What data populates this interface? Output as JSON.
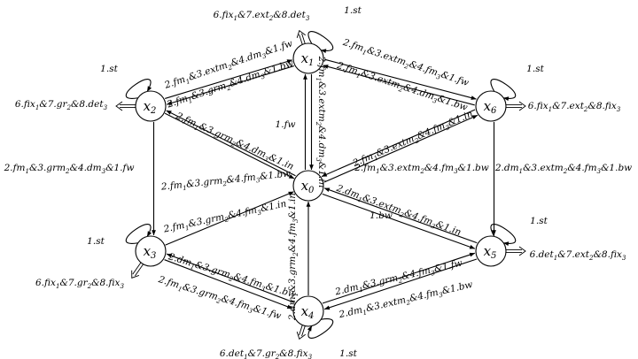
{
  "diagram": {
    "nodes": [
      {
        "id": "x0",
        "base": "x",
        "sub": "0"
      },
      {
        "id": "x1",
        "base": "x",
        "sub": "1"
      },
      {
        "id": "x2",
        "base": "x",
        "sub": "2"
      },
      {
        "id": "x3",
        "base": "x",
        "sub": "3"
      },
      {
        "id": "x4",
        "base": "x",
        "sub": "4"
      },
      {
        "id": "x5",
        "base": "x",
        "sub": "5"
      },
      {
        "id": "x6",
        "base": "x",
        "sub": "6"
      }
    ],
    "edges": [
      {
        "id": "e12",
        "from": "x1",
        "to": "x2",
        "label": [
          [
            "2.fm",
            ""
          ],
          [
            "1",
            true
          ],
          [
            "&3.extm",
            ""
          ],
          [
            "2",
            true
          ],
          [
            "&4.dm",
            ""
          ],
          [
            "3",
            true
          ],
          [
            "&1.fw",
            ""
          ]
        ]
      },
      {
        "id": "e21",
        "from": "x2",
        "to": "x1",
        "label": [
          [
            "2.fm",
            ""
          ],
          [
            "1",
            true
          ],
          [
            "&3.grm",
            ""
          ],
          [
            "2",
            true
          ],
          [
            "&4.dm",
            ""
          ],
          [
            "3",
            true
          ],
          [
            "&1.bw",
            ""
          ]
        ]
      },
      {
        "id": "e16",
        "from": "x1",
        "to": "x6",
        "label": [
          [
            "2.fm",
            ""
          ],
          [
            "1",
            true
          ],
          [
            "&3.extm",
            ""
          ],
          [
            "2",
            true
          ],
          [
            "&4.fm",
            ""
          ],
          [
            "3",
            true
          ],
          [
            "&1.fw",
            ""
          ]
        ]
      },
      {
        "id": "e61",
        "from": "x6",
        "to": "x1",
        "label": [
          [
            "2.fm",
            ""
          ],
          [
            "1",
            true
          ],
          [
            "&3.extm",
            ""
          ],
          [
            "2",
            true
          ],
          [
            "&4.dm",
            ""
          ],
          [
            "3",
            true
          ],
          [
            "&1.bw",
            ""
          ]
        ]
      },
      {
        "id": "e20",
        "from": "x2",
        "to": "x0",
        "label": [
          [
            "2.fm",
            ""
          ],
          [
            "1",
            true
          ],
          [
            "&3.grm",
            ""
          ],
          [
            "2",
            true
          ],
          [
            "&4.dm",
            ""
          ],
          [
            "3",
            true
          ],
          [
            "&1.in",
            ""
          ]
        ]
      },
      {
        "id": "e10",
        "from": "x1",
        "to": "x0",
        "label": [
          [
            "2.fm",
            ""
          ],
          [
            "1",
            true
          ],
          [
            "&3.extm",
            ""
          ],
          [
            "2",
            true
          ],
          [
            "&4.dm",
            ""
          ],
          [
            "3",
            true
          ],
          [
            "&1.in",
            ""
          ]
        ]
      },
      {
        "id": "e01",
        "from": "x0",
        "to": "x1",
        "label": [
          [
            "1.fw",
            ""
          ]
        ]
      },
      {
        "id": "e60",
        "from": "x6",
        "to": "x0",
        "label": [
          [
            "2.fm",
            ""
          ],
          [
            "1",
            true
          ],
          [
            "&3.extm",
            ""
          ],
          [
            "2",
            true
          ],
          [
            "&4.fm",
            ""
          ],
          [
            "3",
            true
          ],
          [
            "&1.in",
            ""
          ]
        ]
      },
      {
        "id": "e06",
        "from": "x0",
        "to": "x6",
        "label": [
          [
            "2.fm",
            ""
          ],
          [
            "1",
            true
          ],
          [
            "&3.extm",
            ""
          ],
          [
            "2",
            true
          ],
          [
            "&4.fm",
            ""
          ],
          [
            "3",
            true
          ],
          [
            "&1.bw",
            ""
          ]
        ]
      },
      {
        "id": "e02",
        "from": "x0",
        "to": "x2",
        "label": [
          [
            "2.fm",
            ""
          ],
          [
            "1",
            true
          ],
          [
            "&3.grm",
            ""
          ],
          [
            "2",
            true
          ],
          [
            "&4.fm",
            ""
          ],
          [
            "3",
            true
          ],
          [
            "&1.bw",
            ""
          ]
        ]
      },
      {
        "id": "e23",
        "from": "x2",
        "to": "x3",
        "label": [
          [
            "2.fm",
            ""
          ],
          [
            "1",
            true
          ],
          [
            "&3.grm",
            ""
          ],
          [
            "2",
            true
          ],
          [
            "&4.dm",
            ""
          ],
          [
            "3",
            true
          ],
          [
            "&1.fw",
            ""
          ]
        ]
      },
      {
        "id": "e65",
        "from": "x6",
        "to": "x5",
        "label": [
          [
            "2.dm",
            ""
          ],
          [
            "1",
            true
          ],
          [
            "&3.extm",
            ""
          ],
          [
            "2",
            true
          ],
          [
            "&4.fm",
            ""
          ],
          [
            "3",
            true
          ],
          [
            "&1.bw",
            ""
          ]
        ]
      },
      {
        "id": "e30",
        "from": "x3",
        "to": "x0",
        "label": [
          [
            "2.fm",
            ""
          ],
          [
            "1",
            true
          ],
          [
            "&3.grm",
            ""
          ],
          [
            "2",
            true
          ],
          [
            "&4.fm",
            ""
          ],
          [
            "3",
            true
          ],
          [
            "&1.in",
            ""
          ]
        ]
      },
      {
        "id": "e50",
        "from": "x5",
        "to": "x0",
        "label": [
          [
            "2.dm",
            ""
          ],
          [
            "1",
            true
          ],
          [
            "&3.extm",
            ""
          ],
          [
            "2",
            true
          ],
          [
            "&4.fm",
            ""
          ],
          [
            "3",
            true
          ],
          [
            "&1.in",
            ""
          ]
        ]
      },
      {
        "id": "e05",
        "from": "x0",
        "to": "x5",
        "label": [
          [
            "1.bw",
            ""
          ]
        ]
      },
      {
        "id": "e40",
        "from": "x4",
        "to": "x0",
        "label": [
          [
            "2.dm",
            ""
          ],
          [
            "1",
            true
          ],
          [
            "&3.grm",
            ""
          ],
          [
            "2",
            true
          ],
          [
            "&4.fm",
            ""
          ],
          [
            "3",
            true
          ],
          [
            "&1.in",
            ""
          ]
        ]
      },
      {
        "id": "e43",
        "from": "x4",
        "to": "x3",
        "label": [
          [
            "2.dm",
            ""
          ],
          [
            "1",
            true
          ],
          [
            "&3.grm",
            ""
          ],
          [
            "2",
            true
          ],
          [
            "&4.fm",
            ""
          ],
          [
            "3",
            true
          ],
          [
            "&1.bw",
            ""
          ]
        ]
      },
      {
        "id": "e34",
        "from": "x3",
        "to": "x4",
        "label": [
          [
            "2.fm",
            ""
          ],
          [
            "1",
            true
          ],
          [
            "&3.grm",
            ""
          ],
          [
            "2",
            true
          ],
          [
            "&4.fm",
            ""
          ],
          [
            "3",
            true
          ],
          [
            "&1.fw",
            ""
          ]
        ]
      },
      {
        "id": "e45",
        "from": "x4",
        "to": "x5",
        "label": [
          [
            "2.dm",
            ""
          ],
          [
            "1",
            true
          ],
          [
            "&3.grm",
            ""
          ],
          [
            "2",
            true
          ],
          [
            "&4.fm",
            ""
          ],
          [
            "3",
            true
          ],
          [
            "&1.fw",
            ""
          ]
        ]
      },
      {
        "id": "e54",
        "from": "x5",
        "to": "x4",
        "label": [
          [
            "2.dm",
            ""
          ],
          [
            "1",
            true
          ],
          [
            "&3.extm",
            ""
          ],
          [
            "2",
            true
          ],
          [
            "&4.fm",
            ""
          ],
          [
            "3",
            true
          ],
          [
            "&1.bw",
            ""
          ]
        ]
      }
    ],
    "loops": [
      {
        "id": "loop-x1",
        "node": "x1",
        "label": [
          [
            "1.st",
            ""
          ]
        ]
      },
      {
        "id": "loop-x2",
        "node": "x2",
        "label": [
          [
            "1.st",
            ""
          ]
        ]
      },
      {
        "id": "loop-x3",
        "node": "x3",
        "label": [
          [
            "1.st",
            ""
          ]
        ]
      },
      {
        "id": "loop-x4",
        "node": "x4",
        "label": [
          [
            "1.st",
            ""
          ]
        ]
      },
      {
        "id": "loop-x5",
        "node": "x5",
        "label": [
          [
            "1.st",
            ""
          ]
        ]
      },
      {
        "id": "loop-x6",
        "node": "x6",
        "label": [
          [
            "1.st",
            ""
          ]
        ]
      }
    ],
    "exits": [
      {
        "id": "exit-x1",
        "node": "x1",
        "label": [
          [
            "6.fix",
            ""
          ],
          [
            "1",
            true
          ],
          [
            "&7.ext",
            ""
          ],
          [
            "2",
            true
          ],
          [
            "&8.det",
            ""
          ],
          [
            "3",
            true
          ]
        ]
      },
      {
        "id": "exit-x2",
        "node": "x2",
        "label": [
          [
            "6.fix",
            ""
          ],
          [
            "1",
            true
          ],
          [
            "&7.gr",
            ""
          ],
          [
            "2",
            true
          ],
          [
            "&8.det",
            ""
          ],
          [
            "3",
            true
          ]
        ]
      },
      {
        "id": "exit-x3",
        "node": "x3",
        "label": [
          [
            "6.fix",
            ""
          ],
          [
            "1",
            true
          ],
          [
            "&7.gr",
            ""
          ],
          [
            "2",
            true
          ],
          [
            "&8.fix",
            ""
          ],
          [
            "3",
            true
          ]
        ]
      },
      {
        "id": "exit-x4",
        "node": "x4",
        "label": [
          [
            "6.det",
            ""
          ],
          [
            "1",
            true
          ],
          [
            "&7.gr",
            ""
          ],
          [
            "2",
            true
          ],
          [
            "&8.fix",
            ""
          ],
          [
            "3",
            true
          ]
        ]
      },
      {
        "id": "exit-x5",
        "node": "x5",
        "label": [
          [
            "6.det",
            ""
          ],
          [
            "1",
            true
          ],
          [
            "&7.ext",
            ""
          ],
          [
            "2",
            true
          ],
          [
            "&8.fix",
            ""
          ],
          [
            "3",
            true
          ]
        ]
      },
      {
        "id": "exit-x6",
        "node": "x6",
        "label": [
          [
            "6.fix",
            ""
          ],
          [
            "1",
            true
          ],
          [
            "&7.ext",
            ""
          ],
          [
            "2",
            true
          ],
          [
            "&8.fix",
            ""
          ],
          [
            "3",
            true
          ]
        ]
      }
    ]
  }
}
